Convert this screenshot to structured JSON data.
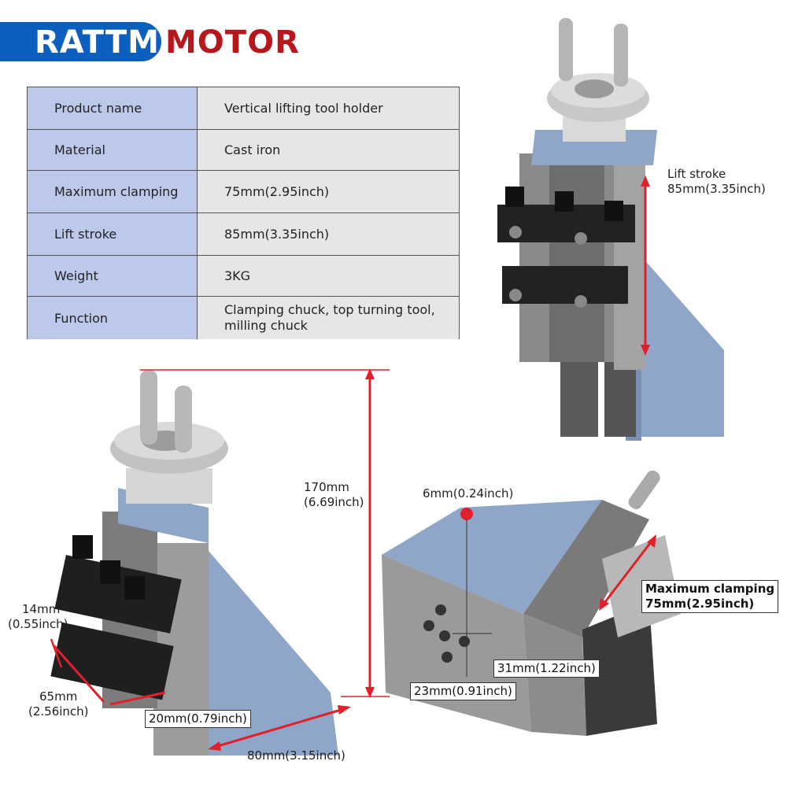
{
  "brand": {
    "name_part1": "RATTM",
    "name_part2": "MOTOR"
  },
  "specs": [
    {
      "label": "Product name",
      "value": "Vertical lifting tool holder"
    },
    {
      "label": "Material",
      "value": "Cast iron"
    },
    {
      "label": "Maximum clamping",
      "value": "75mm(2.95inch)"
    },
    {
      "label": "Lift stroke",
      "value": "85mm(3.35inch)"
    },
    {
      "label": "Weight",
      "value": "3KG"
    },
    {
      "label": "Function",
      "value": "Clamping chuck, top turning tool, milling chuck"
    }
  ],
  "top_view": {
    "lift_stroke_label": "Lift stroke",
    "lift_stroke_value": "85mm(3.35inch)"
  },
  "front_view": {
    "height_mm": "170mm",
    "height_in": "(6.69inch)",
    "clamp_thick_mm": "14mm",
    "clamp_thick_in": "(0.55inch)",
    "length_mm": "65mm",
    "length_in": "(2.56inch)",
    "slot": "20mm(0.79inch)",
    "base_width": "80mm(3.15inch)"
  },
  "rear_view": {
    "hole_dia": "6mm(0.24inch)",
    "max_clamping_label": "Maximum clamping",
    "max_clamping_value": "75mm(2.95inch)",
    "hole_spacing_1": "31mm(1.22inch)",
    "hole_spacing_2": "23mm(0.91inch)"
  },
  "colors": {
    "brand_blue": "#0d5fbf",
    "brand_red": "#b5171d",
    "label_bg": "#bcc9ea",
    "value_bg": "#e6e6e6",
    "dim_red": "#e0212b",
    "body_blue": "#8fa6c8"
  }
}
